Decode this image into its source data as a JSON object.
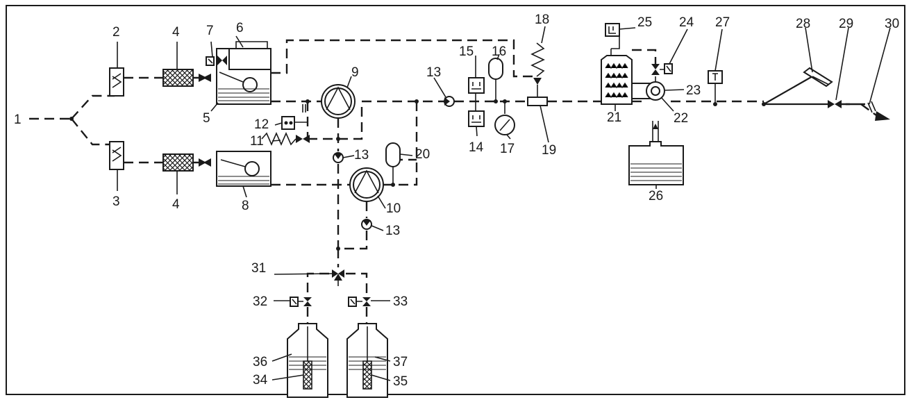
{
  "labels": {
    "n1": "1",
    "n2": "2",
    "n3": "3",
    "n4a": "4",
    "n4b": "4",
    "n5": "5",
    "n6": "6",
    "n7": "7",
    "n8": "8",
    "n9": "9",
    "n10": "10",
    "n11": "11",
    "n12": "12",
    "n13a": "13",
    "n13b": "13",
    "n13c": "13",
    "n14": "14",
    "n15": "15",
    "n16": "16",
    "n17": "17",
    "n18": "18",
    "n19": "19",
    "n20": "20",
    "n21": "21",
    "n22": "22",
    "n23": "23",
    "n24": "24",
    "n25": "25",
    "n26": "26",
    "n27": "27",
    "n28": "28",
    "n29": "29",
    "n30": "30",
    "n31": "31",
    "n32": "32",
    "n33": "33",
    "n34": "34",
    "n35": "35",
    "n36": "36",
    "n37": "37"
  },
  "icon_names": {
    "valve": "gate-valve-icon",
    "check_valve": "check-valve-icon",
    "pump": "pump-icon",
    "filter": "filter-icon",
    "gauge": "pressure-gauge-icon"
  }
}
